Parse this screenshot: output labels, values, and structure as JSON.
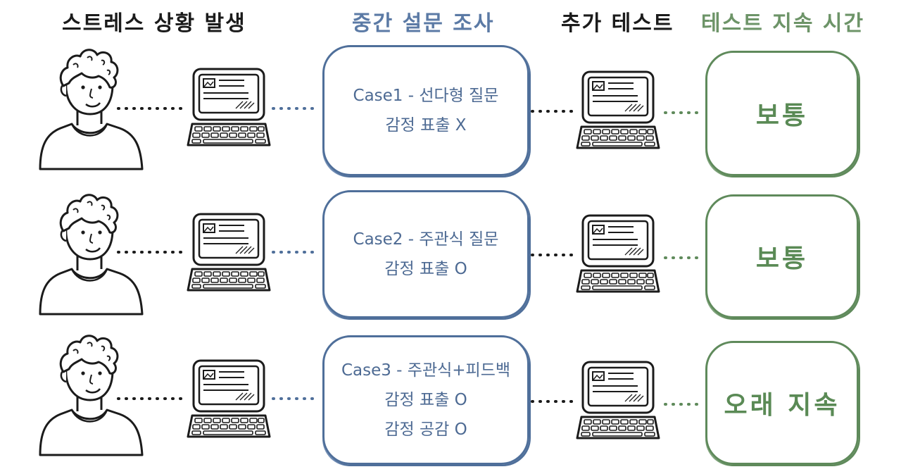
{
  "headers": {
    "stress": "스트레스 상황 발생",
    "survey": "중간 설문 조사",
    "additional_test": "추가 테스트",
    "duration": "테스트 지속 시간"
  },
  "rows": [
    {
      "case_lines": [
        "Case1 - 선다형 질문",
        "감정 표출 X"
      ],
      "result": "보통"
    },
    {
      "case_lines": [
        "Case2 - 주관식 질문",
        "감정 표출 O"
      ],
      "result": "보통"
    },
    {
      "case_lines": [
        "Case3 - 주관식+피드백",
        "감정 표출 O",
        "감정 공감 O"
      ],
      "result": "오래 지속"
    }
  ],
  "icons": {
    "person": "person-icon",
    "computer": "computer-icon"
  },
  "colors": {
    "ink": "#1b1b1b",
    "blue": "#4f6f9a",
    "green": "#5f8a5b"
  }
}
